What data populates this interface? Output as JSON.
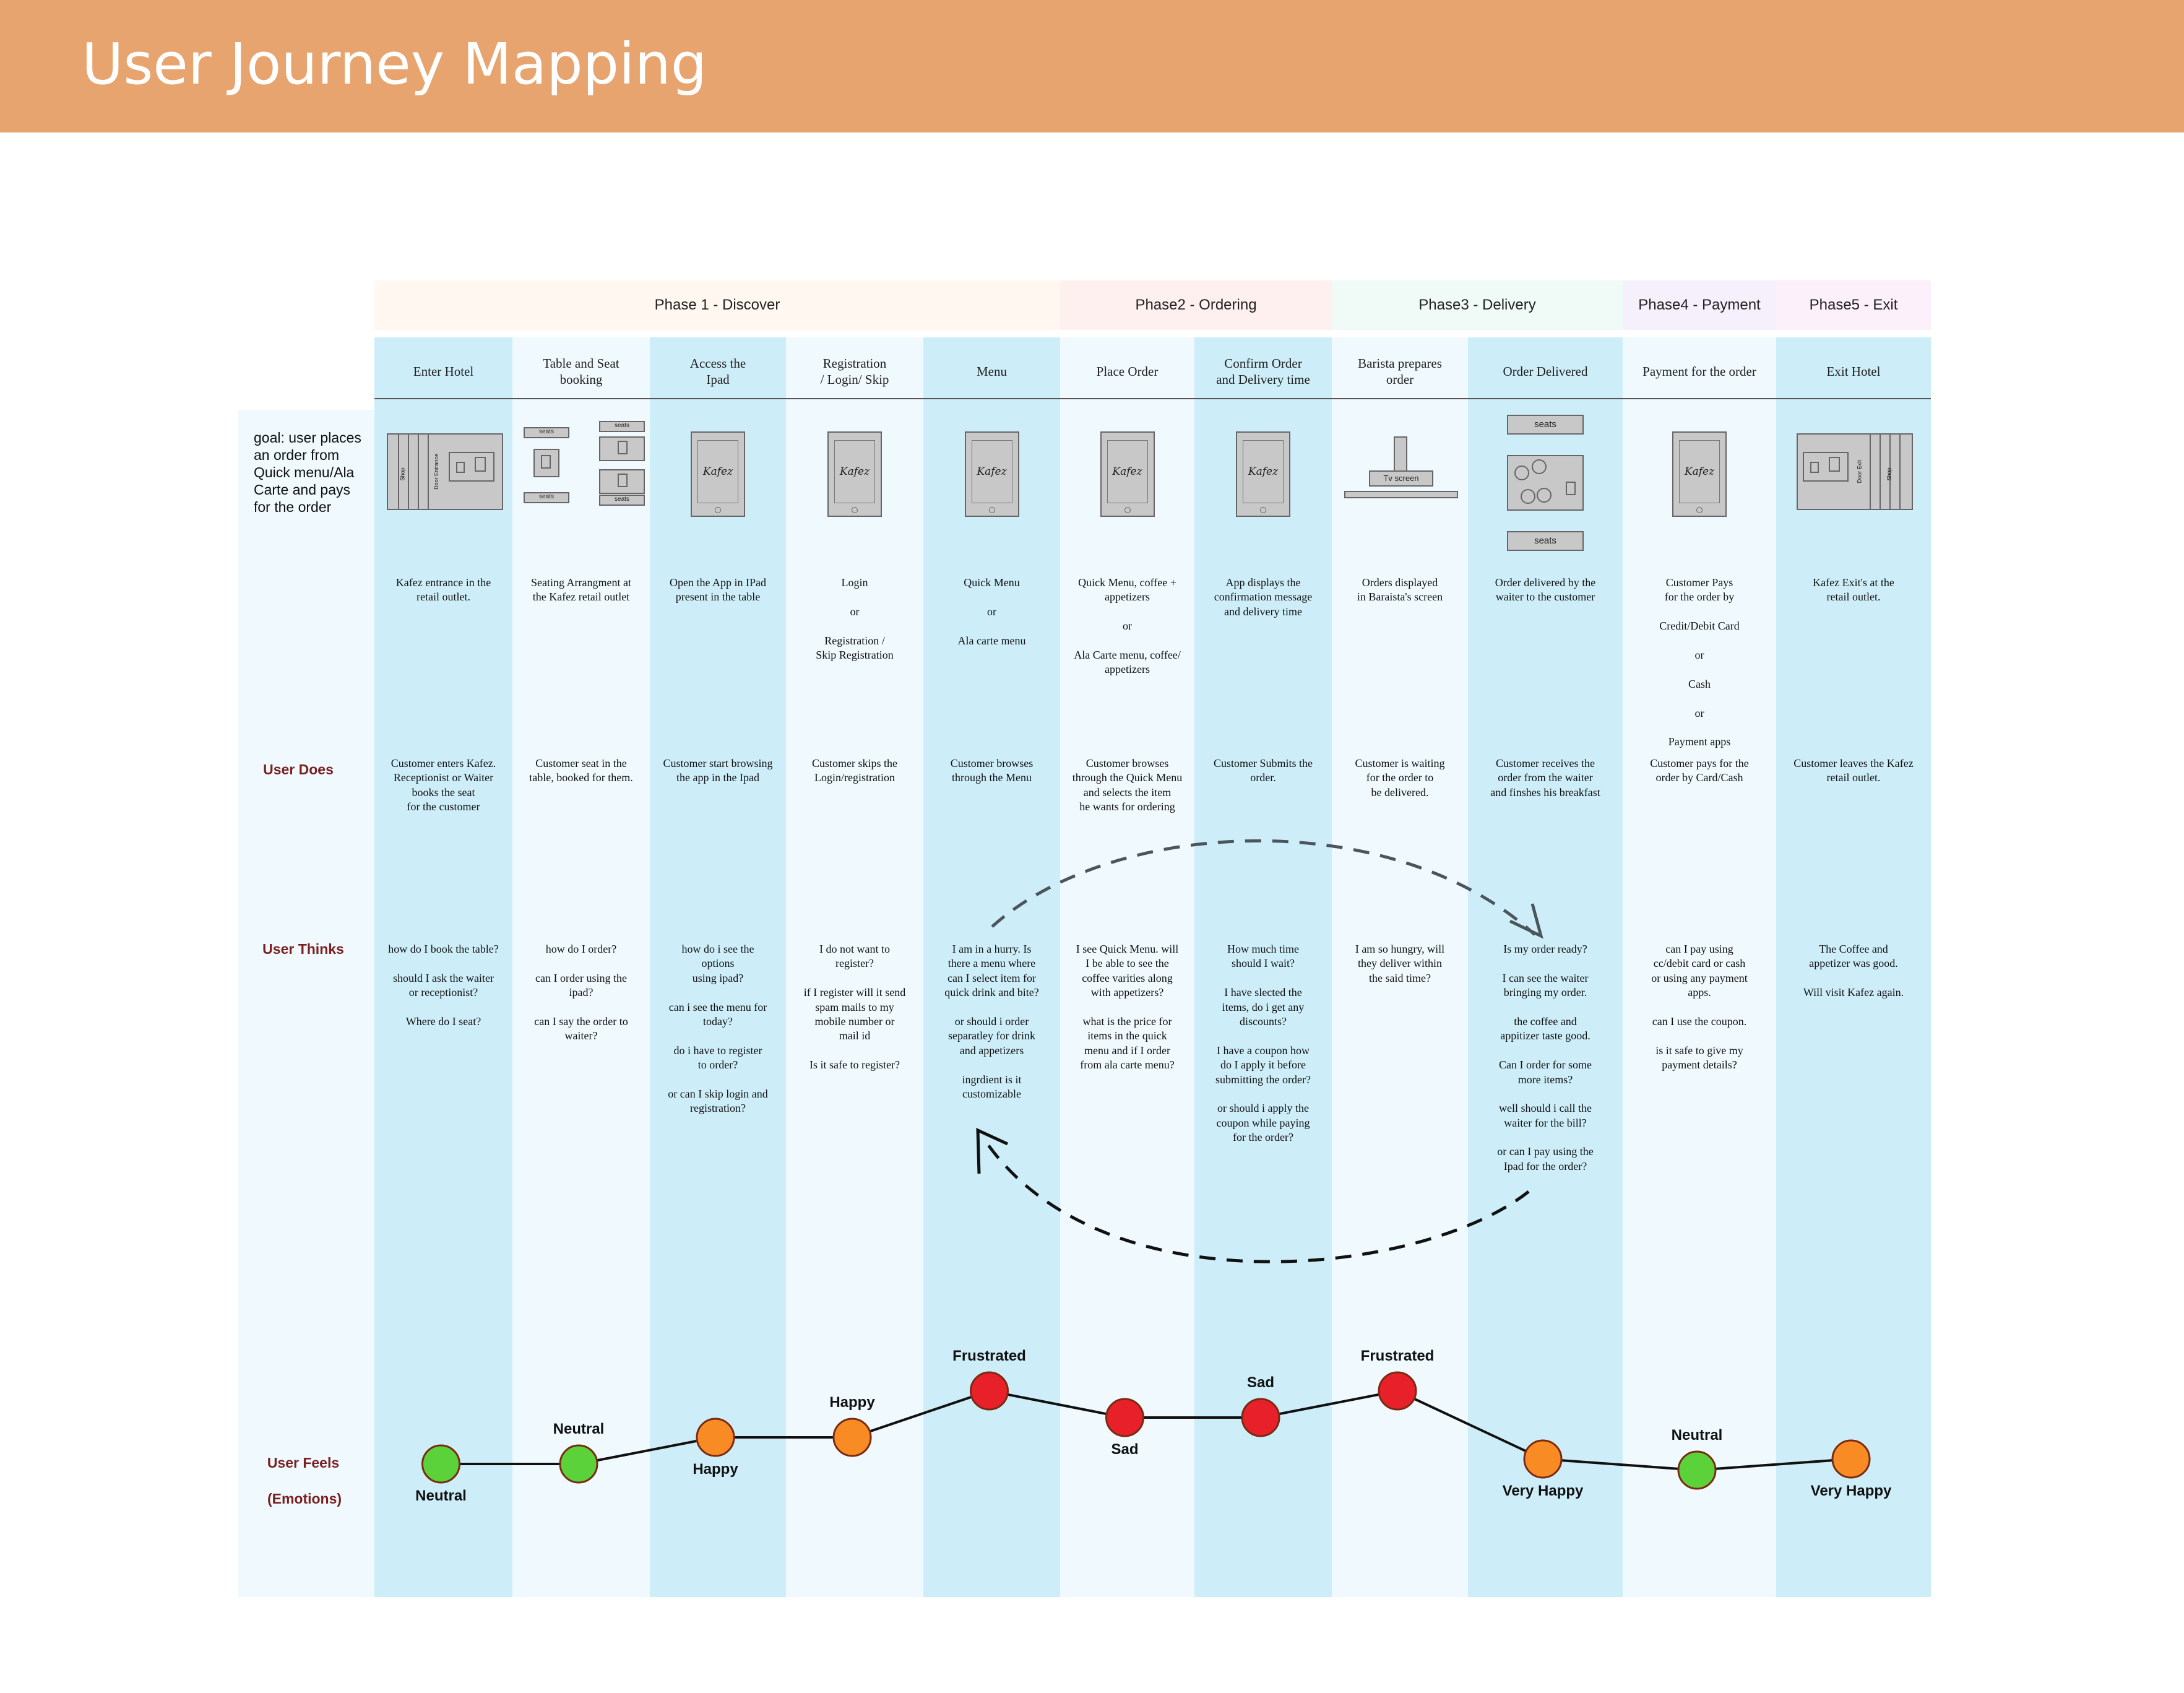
{
  "title": "User Journey Mapping",
  "phases": [
    {
      "label": "Phase 1 - Discover",
      "color": "#fff7f0"
    },
    {
      "label": "Phase2 - Ordering",
      "color": "#fff0f0"
    },
    {
      "label": "Phase3 - Delivery",
      "color": "#f0fbf8"
    },
    {
      "label": "Phase4 - Payment",
      "color": "#f6f0fc"
    },
    {
      "label": "Phase5 - Exit",
      "color": "#fcf0fb"
    }
  ],
  "goal": "goal: user places\nan order from\nQuick menu/Ala\nCarte and pays\nfor the order",
  "row_labels": {
    "does": "User Does",
    "thinks": "User Thinks",
    "feels": "User Feels",
    "feels_sub": "(Emotions)"
  },
  "steps": [
    {
      "name": "Enter Hotel",
      "wire": "entrance",
      "desc": "Kafez entrance in the\nretail outlet.",
      "does": "Customer enters Kafez.\nReceptionist or Waiter\nbooks the seat\nfor the customer",
      "thinks": "how do I book the table?\n\nshould I ask the waiter\nor receptionist?\n\nWhere do I seat?",
      "emotion": "Neutral",
      "emotion_score": 1,
      "emotion_color": "#5bd23a",
      "label_pos": "below"
    },
    {
      "name": "Table and Seat\nbooking",
      "wire": "seating",
      "desc": "Seating Arrangment at\nthe Kafez retail outlet",
      "does": "Customer seat in the\ntable, booked for them.",
      "thinks": "how do I order?\n\ncan I order using the\nipad?\n\ncan I say the order to\nwaiter?",
      "emotion": "Neutral",
      "emotion_score": 1,
      "emotion_color": "#5bd23a",
      "label_pos": "above"
    },
    {
      "name": "Access the\nIpad",
      "wire": "ipad",
      "desc": "Open the App in IPad\npresent in the table",
      "does": "Customer start browsing\nthe app in the Ipad",
      "thinks": "how do i see the\noptions\nusing ipad?\n\ncan i see the menu for\ntoday?\n\ndo i have to register\nto order?\n\nor can I skip login and\nregistration?",
      "emotion": "Happy",
      "emotion_score": 2,
      "emotion_color": "#f98b24",
      "label_pos": "below"
    },
    {
      "name": "Registration\n/ Login/ Skip",
      "wire": "ipad",
      "desc": "Login\n\nor\n\nRegistration /\nSkip Registration",
      "does": "Customer skips the\nLogin/registration",
      "thinks": "I do not want to\nregister?\n\nif I register will it send\nspam mails to my\nmobile number or\nmail id\n\nIs it safe to register?",
      "emotion": "Happy",
      "emotion_score": 2,
      "emotion_color": "#f98b24",
      "label_pos": "above"
    },
    {
      "name": "Menu",
      "wire": "ipad",
      "desc": "Quick Menu\n\nor\n\nAla carte menu",
      "does": "Customer browses\nthrough the Menu",
      "thinks": "I am in a hurry. Is\nthere a menu where\ncan I select item for\nquick drink and bite?\n\nor should i order\nseparatley for drink\nand appetizers\n\ningrdient is it\ncustomizable",
      "emotion": "Frustrated",
      "emotion_score": 4,
      "emotion_color": "#e8202a",
      "label_pos": "above"
    },
    {
      "name": "Place Order",
      "wire": "ipad",
      "desc": "Quick Menu, coffee +\nappetizers\n\nor\n\nAla Carte menu, coffee/\nappetizers",
      "does": "Customer browses\nthrough the Quick Menu\nand selects the item\nhe wants for ordering",
      "thinks": "I see Quick Menu. will\nI be able to see the\ncoffee varities along\nwith appetizers?\n\nwhat is the price for\nitems in the quick\nmenu and if I order\nfrom ala carte menu?",
      "emotion": "Sad",
      "emotion_score": 3,
      "emotion_color": "#e8202a",
      "label_pos": "below"
    },
    {
      "name": "Confirm Order\nand Delivery time",
      "wire": "ipad",
      "desc": "App displays the\nconfirmation message\nand delivery time",
      "does": "Customer Submits the\norder.",
      "thinks": "How much time\nshould I wait?\n\nI have slected the\nitems, do i get any\ndiscounts?\n\nI have a coupon how\ndo I apply it before\nsubmitting the order?\n\nor should i apply the\ncoupon while paying\nfor the order?",
      "emotion": "Sad",
      "emotion_score": 3,
      "emotion_color": "#e8202a",
      "label_pos": "above"
    },
    {
      "name": "Barista prepares\norder",
      "wire": "tv",
      "tv_label": "Tv screen",
      "desc": "Orders displayed\nin Baraista's screen",
      "does": "Customer is waiting\nfor the order to\nbe delivered.",
      "thinks": "I am so hungry, will\nthey deliver within\nthe said time?",
      "emotion": "Frustrated",
      "emotion_score": 4,
      "emotion_color": "#e8202a",
      "label_pos": "above"
    },
    {
      "name": "Order Delivered",
      "wire": "table",
      "desc": "Order delivered by the\nwaiter to the customer",
      "does": "Customer receives the\norder from the waiter\nand finshes his breakfast",
      "thinks": "Is my order ready?\n\nI can see the waiter\nbringing my order.\n\nthe coffee and\nappitizer taste good.\n\nCan I order for some\nmore items?\n\nwell should i call the\nwaiter for the bill?\n\nor can I pay using the\nIpad for the order?",
      "emotion": "Very Happy",
      "emotion_score": 0,
      "emotion_color": "#f98b24",
      "label_pos": "below"
    },
    {
      "name": "Payment for the order",
      "wire": "ipad",
      "desc": "Customer Pays\nfor the order by\n\nCredit/Debit Card\n\nor\n\nCash\n\nor\n\nPayment apps",
      "does": "Customer pays for the\norder by Card/Cash",
      "thinks": "can I pay using\ncc/debit card or cash\nor using any payment\napps.\n\ncan I use the coupon.\n\nis it safe to give my\npayment details?",
      "emotion": "Neutral",
      "emotion_score": 0.7,
      "emotion_color": "#5bd23a",
      "label_pos": "above"
    },
    {
      "name": "Exit Hotel",
      "wire": "exit",
      "desc": "Kafez  Exit's at the\nretail outlet.",
      "does": "Customer leaves the Kafez\nretail outlet.",
      "thinks": "The Coffee and\nappetizer was good.\n\nWill visit Kafez again.",
      "emotion": "Very Happy",
      "emotion_score": 0,
      "emotion_color": "#f98b24",
      "label_pos": "below"
    }
  ],
  "wire_text": {
    "seats": "seats",
    "kafez": "Kafez",
    "shop": "Shop",
    "door_entrance": "Door Entrance",
    "door_exit": "Door Exit"
  },
  "colors": {
    "banner": "#e8a46f",
    "col_dark": "#cdeef9",
    "col_light": "#eff9fe",
    "label_red": "#7a1f1f"
  }
}
